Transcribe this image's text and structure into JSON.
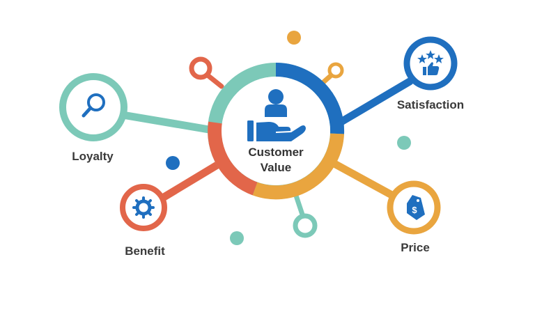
{
  "center": {
    "line1": "Customer",
    "line2": "Value",
    "icon": "customer-hand-icon"
  },
  "nodes": [
    {
      "id": "loyalty",
      "label": "Loyalty",
      "icon": "magnifier-icon",
      "color": "#7cc9b8"
    },
    {
      "id": "satisfaction",
      "label": "Satisfaction",
      "icon": "thumbs-up-stars-icon",
      "color": "#1f6fbf"
    },
    {
      "id": "benefit",
      "label": "Benefit",
      "icon": "gear-icon",
      "color": "#e2664a"
    },
    {
      "id": "price",
      "label": "Price",
      "icon": "price-tag-icon",
      "color": "#e9a53f"
    }
  ],
  "colors": {
    "teal": "#7cc9b8",
    "blue": "#1f6fbf",
    "orange": "#e2664a",
    "gold": "#e9a53f"
  }
}
